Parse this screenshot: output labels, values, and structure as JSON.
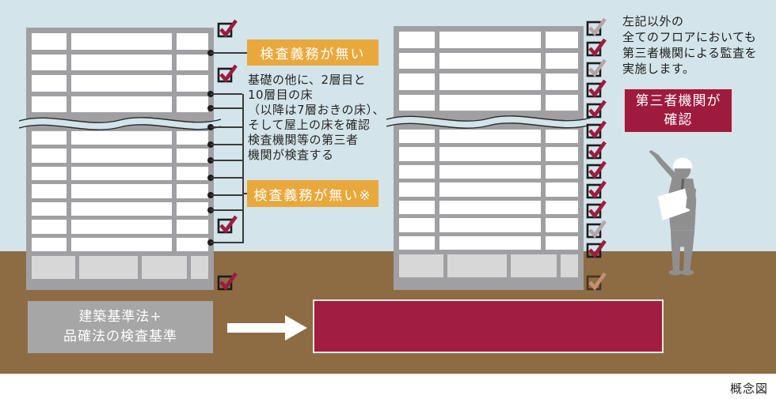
{
  "caption": "概念図",
  "colors": {
    "sky": "#d3e4ea",
    "ground": "#8d6c44",
    "frame_gray": "#a0a0a2",
    "basement_cell": "#d7d7d7",
    "orange": "#e9a83c",
    "crimson": "#9e1b3e",
    "crimson_box": "#a11d42",
    "muted_check": "#b5a4a8",
    "faded_check": "#c49070",
    "box_outline": "#1c1c1c",
    "gray_box": "#a6a6a6"
  },
  "left_panel": {
    "tag_top": "検査義務が無い",
    "description_lines": [
      "基礎の他に、2層目と",
      "10層目の床",
      "（以降は7層おきの床）、",
      "そして屋上の床を確認",
      "検査機関等の第三者",
      "機関が検査する"
    ],
    "tag_bottom": "検査義務が無い※",
    "base_box_lines": [
      "建築基準法+",
      "品確法の検査基準"
    ]
  },
  "right_panel": {
    "note_lines": [
      "左記以外の",
      "全てのフロアにおいても",
      "第三者機関による監査を",
      "実施します。"
    ],
    "badge_lines": [
      "第三者機関が",
      "確認"
    ]
  },
  "buildings": {
    "floors_above_wave": 4,
    "floors_below_wave": 7,
    "column_classes": [
      "c1",
      "c2",
      "c3"
    ],
    "basement_classes": [
      "b1",
      "b2",
      "b3",
      "b4"
    ]
  },
  "checkmarks": {
    "left_column": [
      "red",
      "red",
      "red",
      "red"
    ],
    "right_column": [
      "muted",
      "red",
      "muted",
      "red",
      "red",
      "red",
      "red",
      "red",
      "red",
      "red",
      "muted",
      "red",
      "faded"
    ]
  },
  "floor_dot_count": 10
}
